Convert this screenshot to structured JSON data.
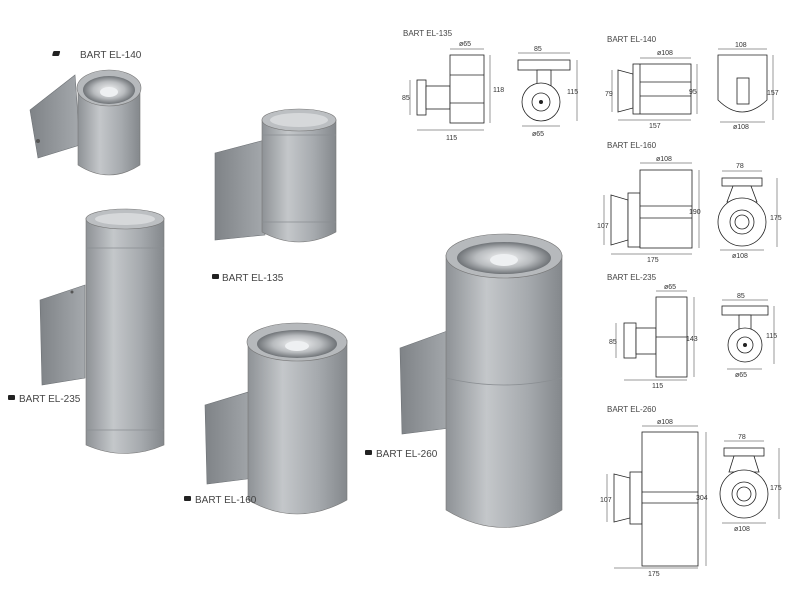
{
  "products": [
    {
      "name": "BART EL-140"
    },
    {
      "name": "BART EL-135"
    },
    {
      "name": "BART EL-235"
    },
    {
      "name": "BART EL-160"
    },
    {
      "name": "BART EL-260"
    }
  ],
  "drawings": {
    "el135": {
      "title": "BART EL-135",
      "d_top": "ø65",
      "h_body": "118",
      "h_plate": "85",
      "w_total": "115",
      "w_front": "85",
      "h_front": "115",
      "d_front": "ø65"
    },
    "el140": {
      "title": "BART EL-140",
      "d_top": "ø108",
      "h_plate": "79",
      "h_body": "95",
      "w_total": "157",
      "w_front": "108",
      "h_front": "157",
      "d_front": "ø108"
    },
    "el160": {
      "title": "BART EL-160",
      "d_top": "ø108",
      "h_plate": "107",
      "h_body": "190",
      "w_total": "175",
      "w_front": "78",
      "h_front": "175",
      "d_front": "ø108"
    },
    "el235": {
      "title": "BART EL-235",
      "d_top": "ø65",
      "h_plate": "85",
      "h_body": "143",
      "w_total": "115",
      "w_front": "85",
      "h_front": "115",
      "d_front": "ø65"
    },
    "el260": {
      "title": "BART EL-260",
      "d_top": "ø108",
      "h_plate": "107",
      "h_body": "304",
      "w_total": "175",
      "w_front": "78",
      "h_front": "175",
      "d_front": "ø108"
    }
  },
  "colors": {
    "body": "#a9adb1",
    "body_dark": "#8c9094",
    "plate": "#9a9ea2",
    "line": "#222222"
  }
}
